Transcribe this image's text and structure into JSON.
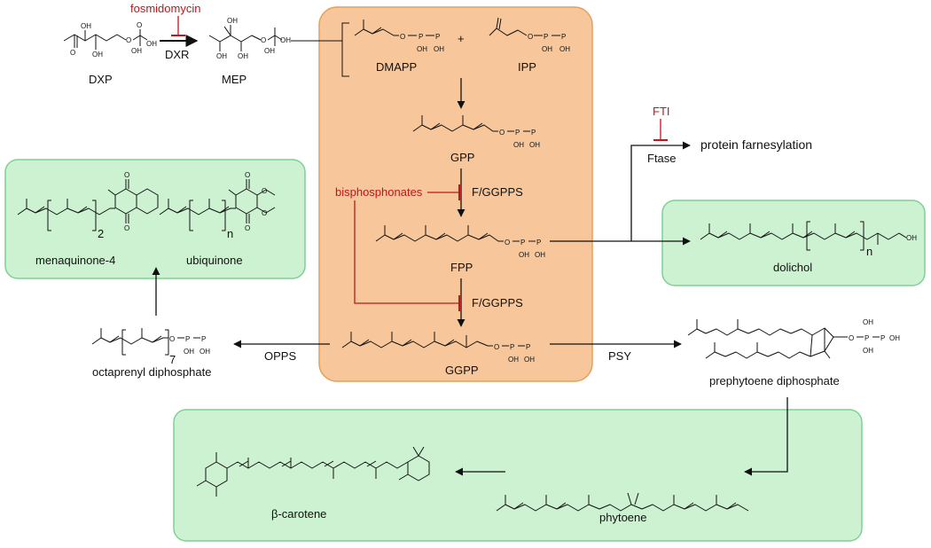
{
  "colors": {
    "core_box_fill": "#f7c79b",
    "core_box_stroke": "#e2a15c",
    "side_box_fill": "#cdf2d2",
    "side_box_stroke": "#7fcf95",
    "inhibitor": "#c0161b",
    "ink": "#111111"
  },
  "compounds": {
    "dxp": "DXP",
    "mep": "MEP",
    "dmapp": "DMAPP",
    "ipp": "IPP",
    "gpp": "GPP",
    "fpp": "FPP",
    "ggpp": "GGPP",
    "menaquinone": "menaquinone-4",
    "ubiquinone": "ubiquinone",
    "octaprenyl": "octaprenyl diphosphate",
    "dolichol": "dolichol",
    "prephytoene": "prephytoene diphosphate",
    "phytoene": "phytoene",
    "betacarotene": "β-carotene"
  },
  "enzymes": {
    "dxr": "DXR",
    "fggpps_1": "F/GGPPS",
    "fggpps_2": "F/GGPPS",
    "ftase": "Ftase",
    "opps": "OPPS",
    "psy": "PSY"
  },
  "inhibitors": {
    "fosmidomycin": "fosmidomycin",
    "bisphosphonates": "bisphosphonates",
    "fti": "FTI"
  },
  "outcomes": {
    "protein_farnesylation": "protein farnesylation"
  },
  "misc": {
    "plus": "+"
  },
  "subscripts": {
    "menaquinone_n": "2",
    "ubiquinone_n": "n",
    "octaprenyl_n": "7",
    "dolichol_n": "n"
  },
  "atoms": {
    "oh": "OH",
    "o": "O",
    "p": "P"
  }
}
